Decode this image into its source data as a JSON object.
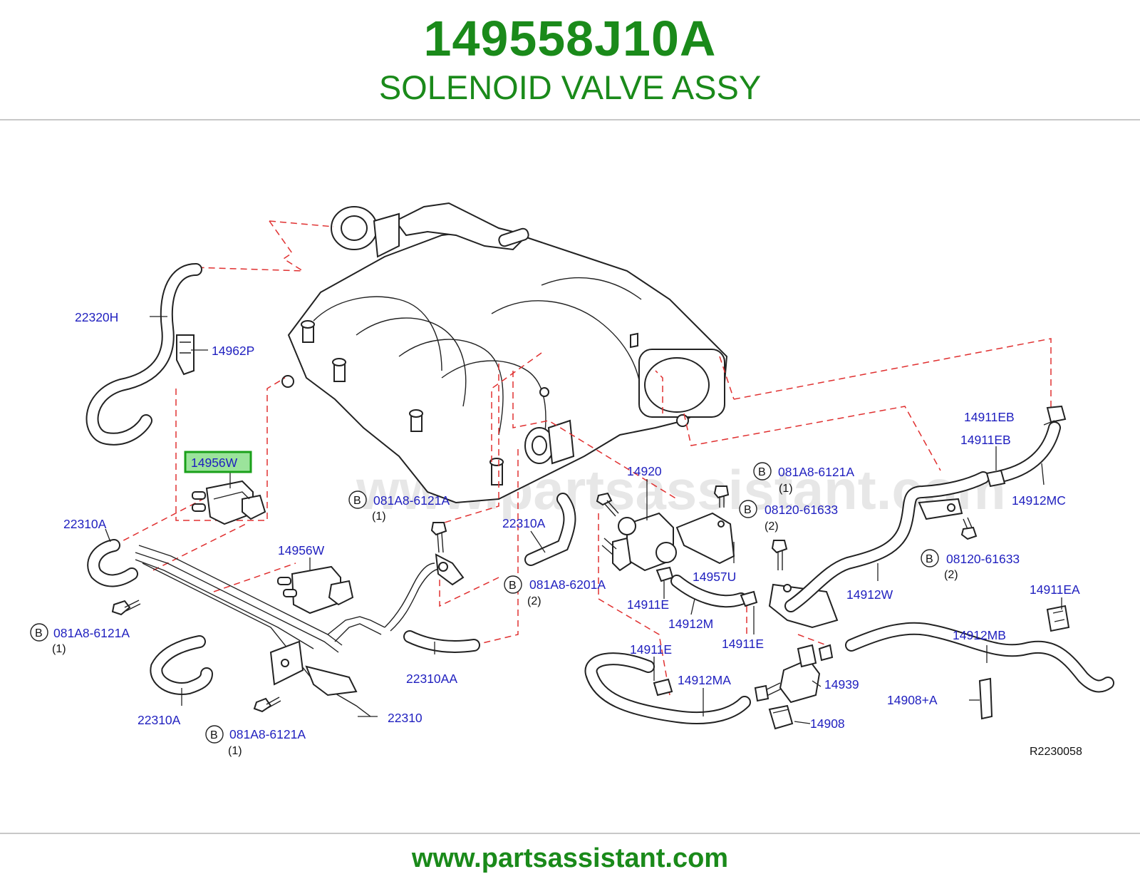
{
  "header": {
    "part_number": "149558J10A",
    "part_name": "SOLENOID VALVE ASSY"
  },
  "footer": {
    "url": "www.partsassistant.com"
  },
  "diagram": {
    "watermark": "www.partsassistant.com",
    "reference_code": "R2230058",
    "highlighted_part": "14956W",
    "labels": [
      {
        "id": "22320H",
        "text": "22320H"
      },
      {
        "id": "14962P",
        "text": "14962P"
      },
      {
        "id": "14956W-top",
        "text": "14956W"
      },
      {
        "id": "22310A-1",
        "text": "22310A"
      },
      {
        "id": "14956W-2",
        "text": "14956W"
      },
      {
        "id": "22310A-2",
        "text": "22310A"
      },
      {
        "id": "22310AA",
        "text": "22310AA"
      },
      {
        "id": "22310A-3",
        "text": "22310A"
      },
      {
        "id": "22310",
        "text": "22310"
      },
      {
        "id": "14920",
        "text": "14920"
      },
      {
        "id": "14957U",
        "text": "14957U"
      },
      {
        "id": "14911E-1",
        "text": "14911E"
      },
      {
        "id": "14912M",
        "text": "14912M"
      },
      {
        "id": "14911E-2",
        "text": "14911E"
      },
      {
        "id": "14911E-3",
        "text": "14911E"
      },
      {
        "id": "14912MA",
        "text": "14912MA"
      },
      {
        "id": "14939",
        "text": "14939"
      },
      {
        "id": "14908",
        "text": "14908"
      },
      {
        "id": "14912W",
        "text": "14912W"
      },
      {
        "id": "14911EB-1",
        "text": "14911EB"
      },
      {
        "id": "14911EB-2",
        "text": "14911EB"
      },
      {
        "id": "14912MC",
        "text": "14912MC"
      },
      {
        "id": "14911EA",
        "text": "14911EA"
      },
      {
        "id": "14912MB",
        "text": "14912MB"
      },
      {
        "id": "14908A",
        "text": "14908+A"
      }
    ],
    "bolts": [
      {
        "id": "bolt-1",
        "marker": "B",
        "text": "081A8-6121A",
        "qty": "(1)"
      },
      {
        "id": "bolt-2",
        "marker": "B",
        "text": "081A8-6121A",
        "qty": "(1)"
      },
      {
        "id": "bolt-3",
        "marker": "B",
        "text": "081A8-6201A",
        "qty": "(2)"
      },
      {
        "id": "bolt-4",
        "marker": "B",
        "text": "081A8-6121A",
        "qty": "(1)"
      },
      {
        "id": "bolt-5",
        "marker": "B",
        "text": "08120-61633",
        "qty": "(2)"
      },
      {
        "id": "bolt-6",
        "marker": "B",
        "text": "08120-61633",
        "qty": "(2)"
      },
      {
        "id": "bolt-7",
        "marker": "B",
        "text": "081A8-6121A",
        "qty": "(1)"
      }
    ]
  }
}
